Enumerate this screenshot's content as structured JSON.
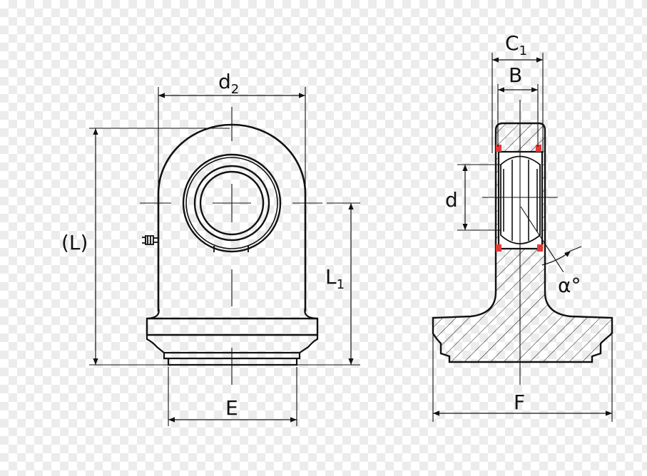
{
  "front_view": {
    "dim_d2": "d",
    "dim_d2_sub": "2",
    "dim_L": "(L)",
    "dim_L1": "L",
    "dim_L1_sub": "1",
    "dim_E": "E"
  },
  "side_view": {
    "dim_C1": "C",
    "dim_C1_sub": "1",
    "dim_B": "B",
    "dim_d": "d",
    "dim_alpha": "α°",
    "dim_F": "F"
  },
  "colors": {
    "line": "#111111",
    "seal": "#e53935"
  }
}
